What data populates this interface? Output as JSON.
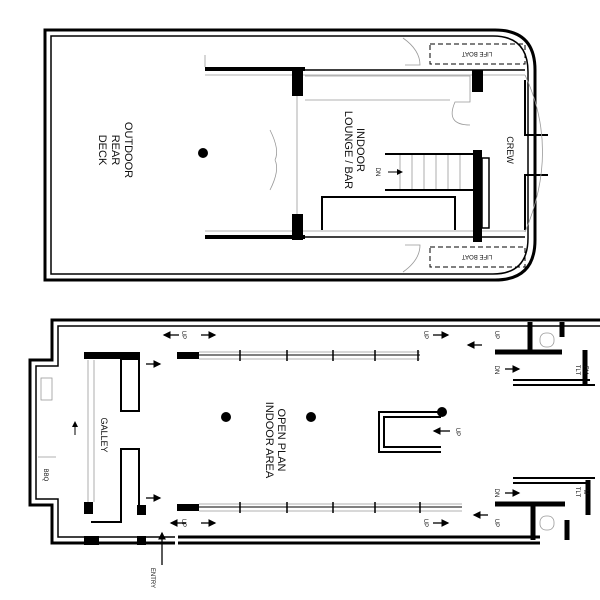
{
  "upper_deck": {
    "outdoor_label": [
      "OUTDOOR",
      "REAR",
      "DECK"
    ],
    "lounge_label": [
      "INDOOR",
      "LOUNGE / BAR"
    ],
    "crew_label": "CREW",
    "lifeboat_label": "LIFE BOAT",
    "stair_label": "DN"
  },
  "main_deck": {
    "open_plan_label": [
      "OPEN PLAN",
      "INDOOR AREA"
    ],
    "galley_label": "GALLEY",
    "bbq_label": "BBQ",
    "entry_label": "ENTRY",
    "female_toilet_label": [
      "FM",
      "TLT"
    ],
    "male_toilet_label": [
      "M",
      "TLT"
    ],
    "up_label": "UP",
    "down_label": "DN"
  },
  "colors": {
    "wall": "#000000",
    "fixture": "#999999",
    "background": "#ffffff"
  }
}
